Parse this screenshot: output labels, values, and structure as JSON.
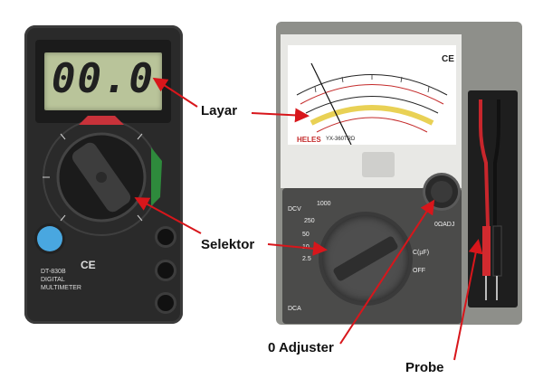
{
  "labels": {
    "layar": "Layar",
    "selektor": "Selektor",
    "adjuster": "0 Adjuster",
    "probe": "Probe"
  },
  "digital_meter": {
    "display": "00.0",
    "model": "DT-830B",
    "brand_line1": "DIGITAL",
    "brand_line2": "MULTIMETER",
    "ce": "CE"
  },
  "analog_meter": {
    "brand": "HELES",
    "model": "YX-360TRD",
    "ce": "CE",
    "dial_labels": [
      "DCV",
      "1000",
      "250",
      "50",
      "10",
      "2.5",
      "DCA",
      "OFF",
      "C(µF)",
      "0ΩADJ"
    ]
  },
  "colors": {
    "arrow": "#d8161b",
    "label_text": "#111111"
  }
}
